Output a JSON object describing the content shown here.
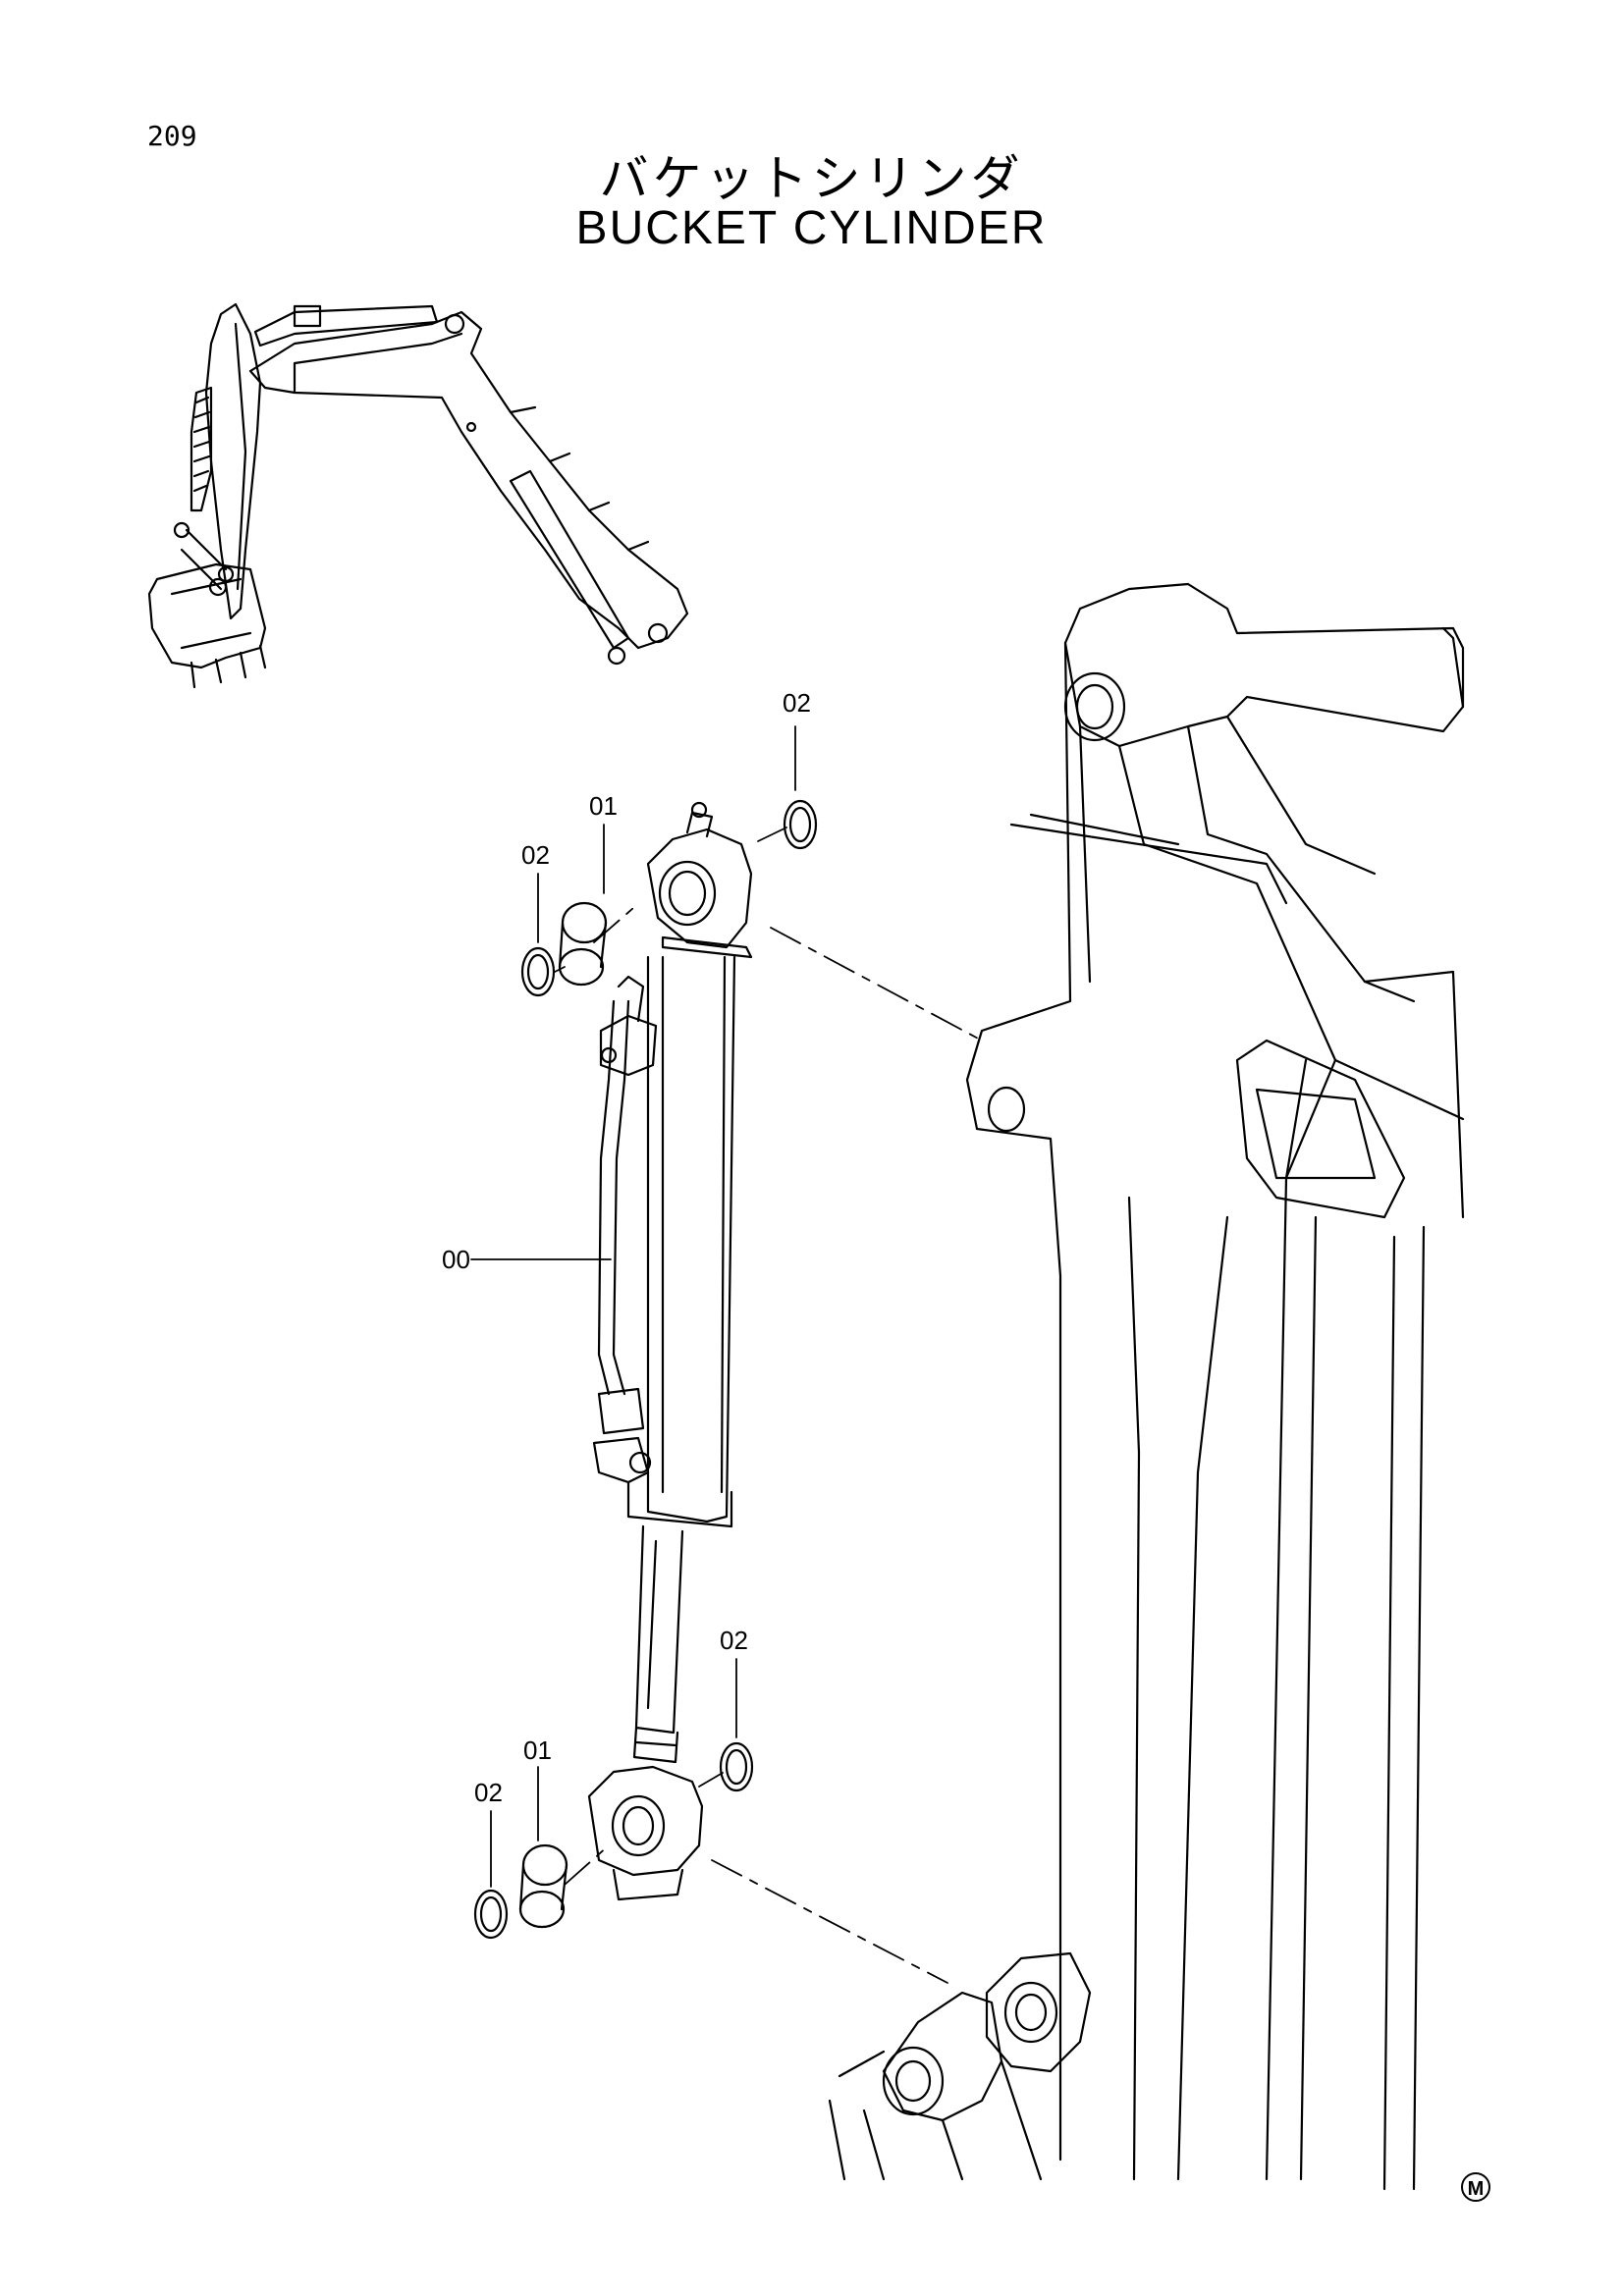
{
  "page": {
    "number": "209"
  },
  "title": {
    "japanese": "バケットシリンダ",
    "english": "BUCKET CYLINDER"
  },
  "callouts": {
    "top_seal_right": "02",
    "top_bushing": "01",
    "top_seal_left": "02",
    "cylinder_assembly": "00",
    "bottom_seal_right": "02",
    "bottom_bushing": "01",
    "bottom_seal_left": "02"
  },
  "mark": "M",
  "colors": {
    "line": "#000000",
    "background": "#ffffff"
  }
}
